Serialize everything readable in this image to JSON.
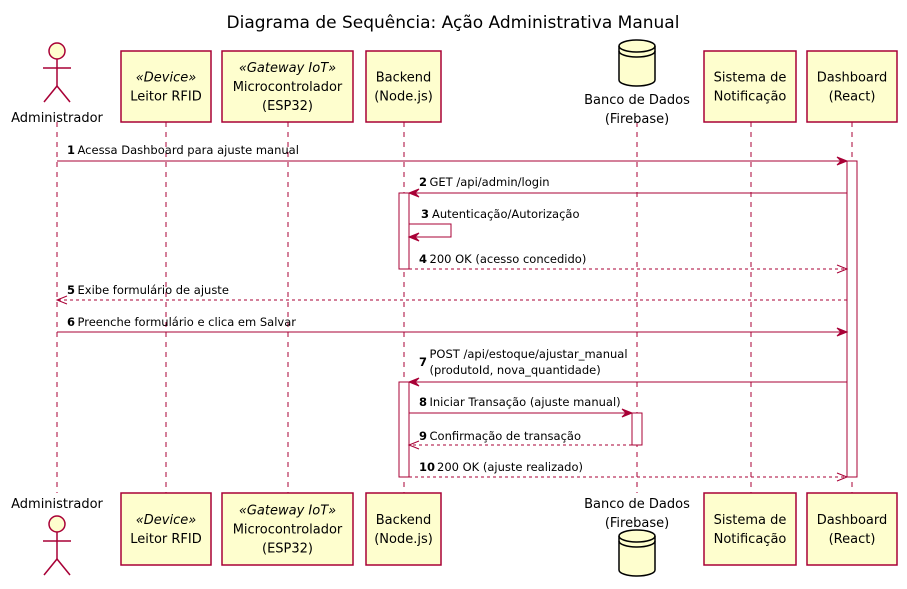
{
  "title": "Diagrama de Sequência: Ação Administrativa Manual",
  "colors": {
    "box_fill": "#fefece",
    "border": "#a80036",
    "arrow": "#a80036",
    "lifeline": "#a80036"
  },
  "participants": [
    {
      "id": "admin",
      "kind": "actor",
      "lines": [
        "Administrador"
      ]
    },
    {
      "id": "rfid",
      "kind": "box",
      "stereotype": "«Device»",
      "lines": [
        "Leitor RFID"
      ]
    },
    {
      "id": "esp",
      "kind": "box",
      "stereotype": "«Gateway IoT»",
      "lines": [
        "Microcontrolador",
        "(ESP32)"
      ]
    },
    {
      "id": "backend",
      "kind": "box",
      "lines": [
        "Backend",
        "(Node.js)"
      ]
    },
    {
      "id": "db",
      "kind": "database",
      "lines": [
        "Banco de Dados",
        "(Firebase)"
      ]
    },
    {
      "id": "notif",
      "kind": "box",
      "lines": [
        "Sistema de",
        "Notificação"
      ]
    },
    {
      "id": "dash",
      "kind": "box",
      "lines": [
        "Dashboard",
        "(React)"
      ]
    }
  ],
  "messages": [
    {
      "num": "1",
      "from": "admin",
      "to": "dash",
      "lines": [
        "Acessa Dashboard para ajuste manual"
      ],
      "style": "solid"
    },
    {
      "num": "2",
      "from": "dash",
      "to": "backend",
      "lines": [
        "GET /api/admin/login"
      ],
      "style": "solid"
    },
    {
      "num": "3",
      "from": "backend",
      "to": "backend",
      "lines": [
        "Autenticação/Autorização"
      ],
      "style": "self"
    },
    {
      "num": "4",
      "from": "backend",
      "to": "dash",
      "lines": [
        "200 OK (acesso concedido)"
      ],
      "style": "dashed"
    },
    {
      "num": "5",
      "from": "dash",
      "to": "admin",
      "lines": [
        "Exibe formulário de ajuste"
      ],
      "style": "dashed"
    },
    {
      "num": "6",
      "from": "admin",
      "to": "dash",
      "lines": [
        "Preenche formulário e clica em Salvar"
      ],
      "style": "solid"
    },
    {
      "num": "7",
      "from": "dash",
      "to": "backend",
      "lines": [
        "POST /api/estoque/ajustar_manual",
        "(produtoId, nova_quantidade)"
      ],
      "style": "solid"
    },
    {
      "num": "8",
      "from": "backend",
      "to": "db",
      "lines": [
        "Iniciar Transação (ajuste manual)"
      ],
      "style": "solid"
    },
    {
      "num": "9",
      "from": "db",
      "to": "backend",
      "lines": [
        "Confirmação de transação"
      ],
      "style": "dashed"
    },
    {
      "num": "10",
      "from": "backend",
      "to": "dash",
      "lines": [
        "200 OK (ajuste realizado)"
      ],
      "style": "dashed"
    }
  ]
}
